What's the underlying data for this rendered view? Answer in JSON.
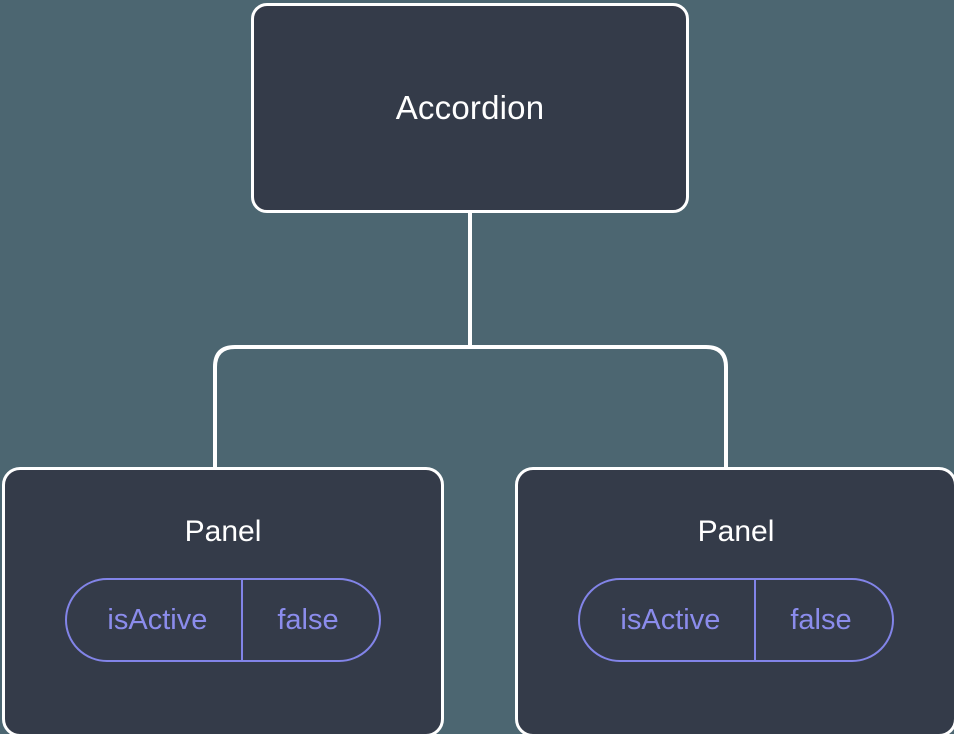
{
  "diagram": {
    "type": "component-tree",
    "background_color": "#4c6671",
    "node_fill_color": "#343b49",
    "node_border_color": "#ffffff",
    "connector_color": "#ffffff",
    "accent_color": "#8284e8",
    "title_text_color": "#ffffff"
  },
  "root": {
    "label": "Accordion"
  },
  "children": [
    {
      "label": "Panel",
      "state": {
        "key": "isActive",
        "value": "false"
      }
    },
    {
      "label": "Panel",
      "state": {
        "key": "isActive",
        "value": "false"
      }
    }
  ]
}
